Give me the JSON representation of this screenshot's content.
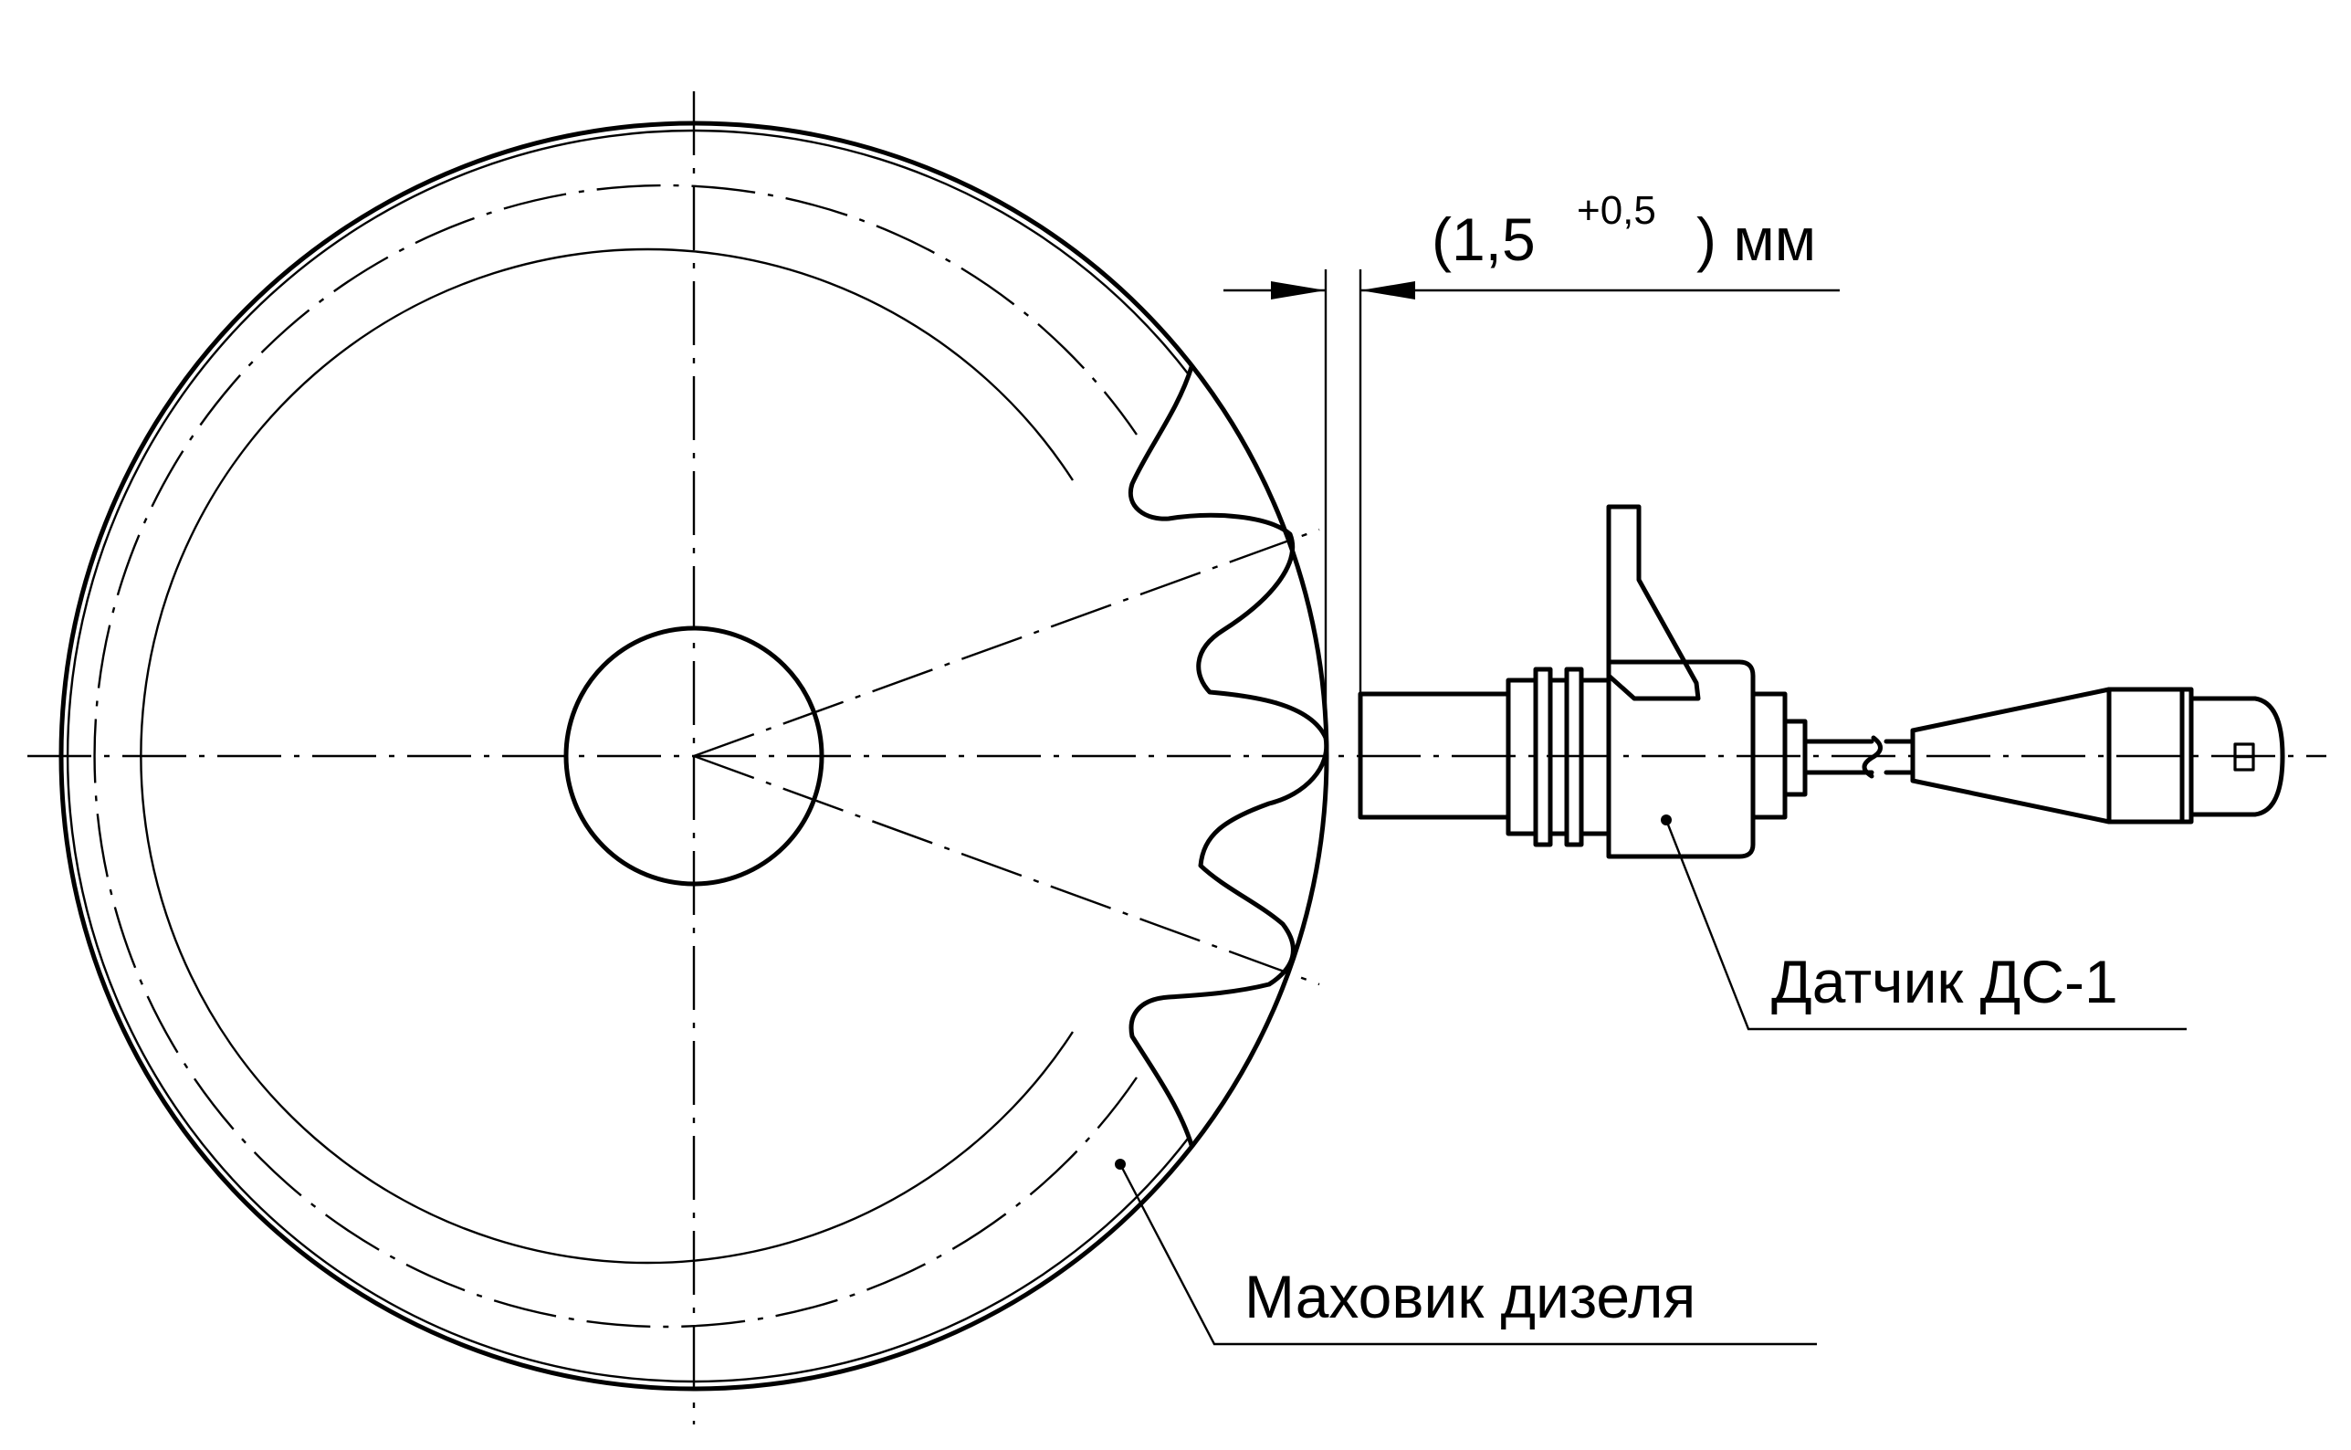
{
  "labels": {
    "dimension_open": "(1,5",
    "dimension_tolerance": "+0,5",
    "dimension_close": ") мм",
    "sensor": "Датчик ДС-1",
    "flywheel": "Маховик дизеля"
  }
}
